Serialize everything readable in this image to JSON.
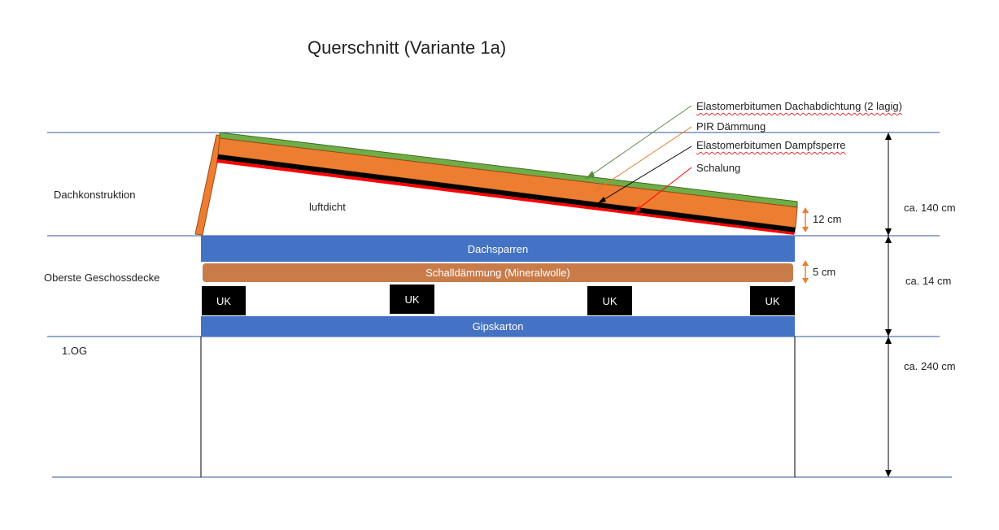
{
  "title": "Querschnitt (Variante 1a)",
  "levels": {
    "roof": "Dachkonstruktion",
    "ceiling": "Oberste Geschossdecke",
    "floor": "1.OG"
  },
  "inner_note": "luftdicht",
  "callouts": [
    {
      "label": "Elastomerbitumen Dachabdichtung (2 lagig)",
      "color": "#5a8a3c"
    },
    {
      "label": "PIR Dämmung",
      "color": "#e8792a"
    },
    {
      "label": "Elastomerbitumen Dampfsperre",
      "color": "#000000"
    },
    {
      "label": "Schalung",
      "color": "#ff0000"
    }
  ],
  "layers": {
    "top": "Dachsparren",
    "insulation": "Schalldämmung (Mineralwolle)",
    "bottom": "Gipskarton",
    "battens": [
      "UK",
      "UK",
      "UK",
      "UK"
    ]
  },
  "dimensions": {
    "roof_thickness": "12 cm",
    "insulation_thickness": "5 cm",
    "roof_height": "ca. 140 cm",
    "ceiling_height": "ca. 14 cm",
    "floor_height": "ca. 240 cm"
  },
  "colors": {
    "blue_layer": "#4472c4",
    "insulation_brown": "#c97b4a",
    "pir_orange": "#ed7d31",
    "green_membrane": "#70ad47",
    "level_line": "#2f5597"
  }
}
